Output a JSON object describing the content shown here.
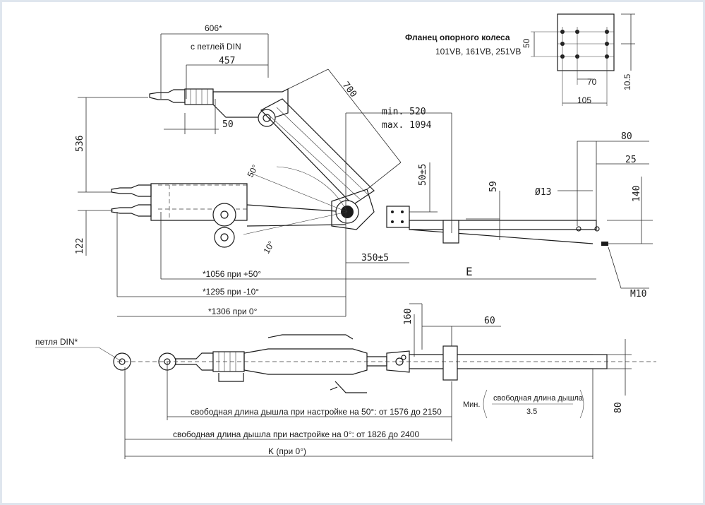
{
  "flange": {
    "title": "Фланец опорного колеса",
    "models": "101VB, 161VB, 251VB",
    "dim_50": "50",
    "dim_70": "70",
    "dim_105": "105",
    "dim_10_5": "10.5"
  },
  "top_view": {
    "dim_606": "606*",
    "dim_din_label": "с петлей DIN",
    "dim_457": "457",
    "dim_50": "50",
    "dim_536": "536",
    "dim_122": "122",
    "dim_700": "700",
    "dim_min": "min.  520",
    "dim_max": "max. 1094",
    "angle_50": "50°",
    "angle_10": "10°",
    "dim_50pm5": "50±5",
    "dim_59": "59",
    "dim_d13": "Ø13",
    "dim_80": "80",
    "dim_25": "25",
    "dim_140": "140",
    "dim_350": "350±5",
    "dim_E": "E",
    "dim_M10": "M10",
    "len_50deg": "*1056 при +50°",
    "len_m10deg": "*1295 при -10°",
    "len_0deg": "*1306 при 0°"
  },
  "bottom_view": {
    "din_loop": "петля DIN*",
    "dim_160": "160",
    "dim_60": "60",
    "dim_80": "80",
    "min_label": "Мин.",
    "free_len_label": "свободная длина дышла",
    "free_len_value": "3.5",
    "free_50": "свободная длина дышла при настройке на 50°: от 1576 до 2150",
    "free_0": "свободная длина дышла при настройке на 0°: от 1826 до 2400",
    "K": "K (при 0°)"
  }
}
